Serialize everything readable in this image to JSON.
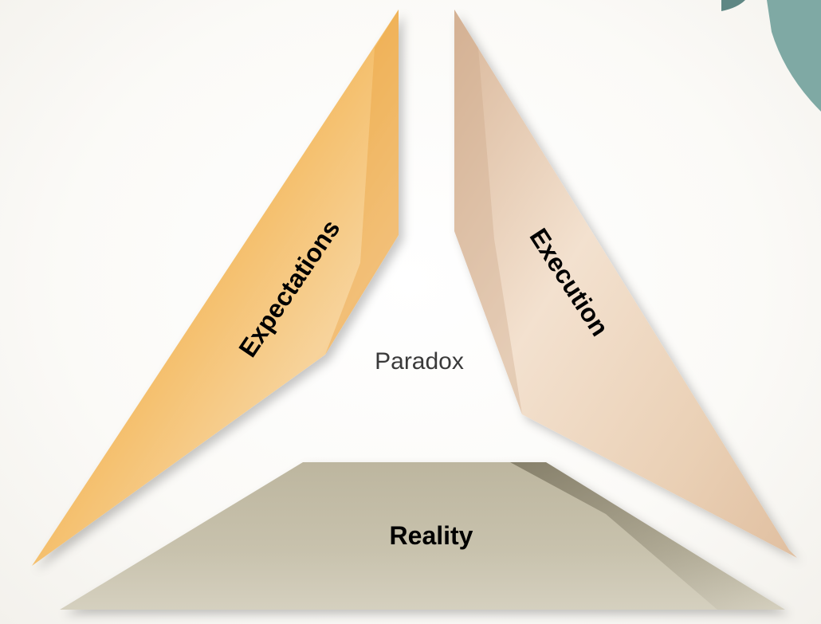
{
  "diagram": {
    "center": "Paradox",
    "segments": [
      {
        "label": "Expectations",
        "color": "#f3b655"
      },
      {
        "label": "Execution",
        "color": "#e6c7a8"
      },
      {
        "label": "Reality",
        "color": "#c4bea9"
      }
    ],
    "decor_color": "#7fa9a4"
  }
}
